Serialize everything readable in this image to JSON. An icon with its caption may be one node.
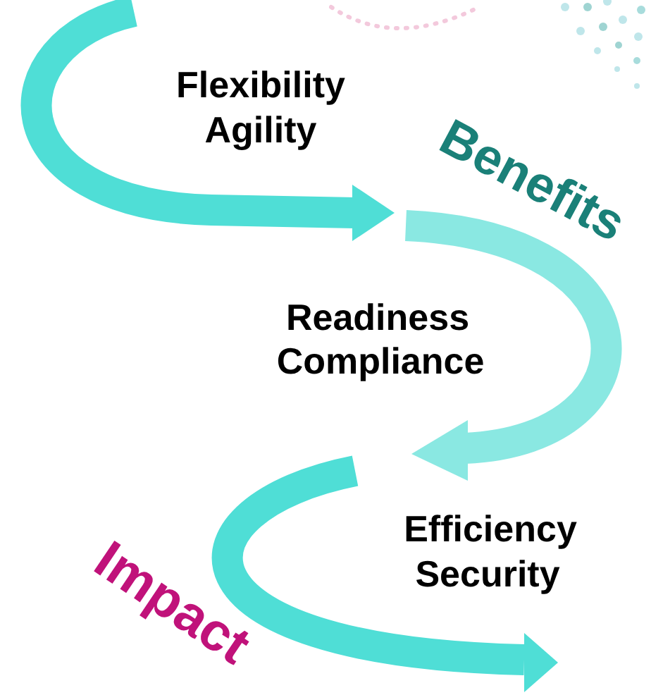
{
  "diagram": {
    "labels": [
      "Flexibility",
      "Agility",
      "Benefits",
      "Readiness",
      "Compliance",
      "Efficiency",
      "Security",
      "Impact"
    ]
  }
}
